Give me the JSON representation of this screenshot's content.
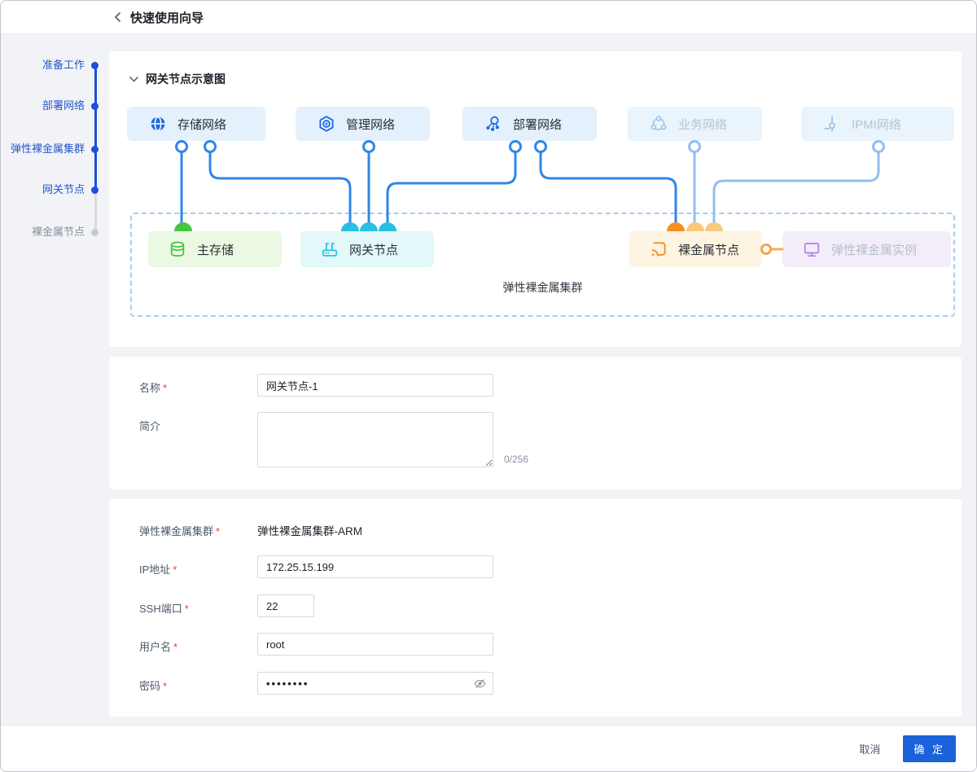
{
  "header": {
    "title": "快速使用向导"
  },
  "steps": [
    {
      "label": "准备工作",
      "state": "done"
    },
    {
      "label": "部署网络",
      "state": "done"
    },
    {
      "label": "弹性裸金属集群",
      "state": "done"
    },
    {
      "label": "网关节点",
      "state": "current"
    },
    {
      "label": "裸金属节点",
      "state": "pending"
    }
  ],
  "diagram": {
    "section_title": "网关节点示意图",
    "cluster_label": "弹性裸金属集群",
    "networks": [
      {
        "label": "存储网络",
        "icon": "globe-icon",
        "active": true
      },
      {
        "label": "管理网络",
        "icon": "gear-icon",
        "active": true
      },
      {
        "label": "部署网络",
        "icon": "share-nodes-icon",
        "active": true
      },
      {
        "label": "业务网络",
        "icon": "cluster-icon",
        "active": false
      },
      {
        "label": "IPMI网络",
        "icon": "junction-icon",
        "active": false
      }
    ],
    "nodes": [
      {
        "label": "主存储",
        "icon": "database-icon",
        "color": "green"
      },
      {
        "label": "网关节点",
        "icon": "router-icon",
        "color": "cyan"
      },
      {
        "label": "裸金属节点",
        "icon": "server-signal-icon",
        "color": "orange"
      },
      {
        "label": "弹性裸金属实例",
        "icon": "monitor-icon",
        "color": "purple"
      }
    ],
    "colors": {
      "active_link": "#2f86e8",
      "inactive_link": "#93bfed",
      "green": "#45c63d",
      "cyan": "#25c1e6",
      "orange": "#f5901f",
      "orange_light": "#f9c97d",
      "purple": "#b584e8"
    }
  },
  "form_basic": {
    "name_label": "名称",
    "name_value": "网关节点-1",
    "desc_label": "简介",
    "desc_value": "",
    "desc_counter": "0/256"
  },
  "form_conn": {
    "cluster_label": "弹性裸金属集群",
    "cluster_value": "弹性裸金属集群-ARM",
    "ip_label": "IP地址",
    "ip_value": "172.25.15.199",
    "ssh_label": "SSH端口",
    "ssh_value": "22",
    "user_label": "用户名",
    "user_value": "root",
    "password_label": "密码",
    "password_value": "••••••••"
  },
  "footer": {
    "cancel_label": "取消",
    "confirm_label": "确 定"
  },
  "misc": {
    "required_mark": "*"
  }
}
